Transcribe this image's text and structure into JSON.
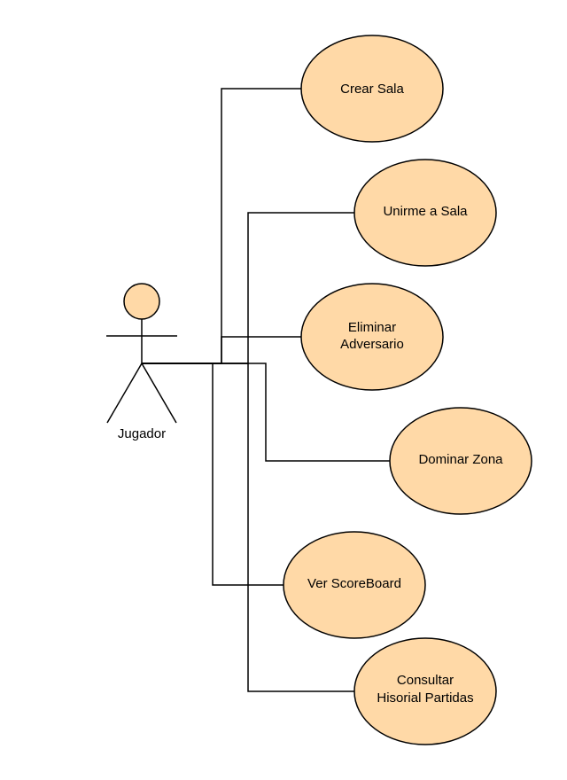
{
  "diagram": {
    "actor": {
      "name": "Jugador"
    },
    "use_cases": [
      {
        "id": "crear-sala",
        "lines": [
          "Crear Sala"
        ]
      },
      {
        "id": "unirme-a-sala",
        "lines": [
          "Unirme a Sala"
        ]
      },
      {
        "id": "eliminar-adversario",
        "lines": [
          "Eliminar",
          "Adversario"
        ]
      },
      {
        "id": "dominar-zona",
        "lines": [
          "Dominar Zona"
        ]
      },
      {
        "id": "ver-scoreboard",
        "lines": [
          "Ver ScoreBoard"
        ]
      },
      {
        "id": "consultar-historial",
        "lines": [
          "Consultar",
          "Hisorial Partidas"
        ]
      }
    ],
    "colors": {
      "use_case_fill": "#ffd9a7",
      "stroke": "#000000",
      "background": "#ffffff"
    }
  }
}
